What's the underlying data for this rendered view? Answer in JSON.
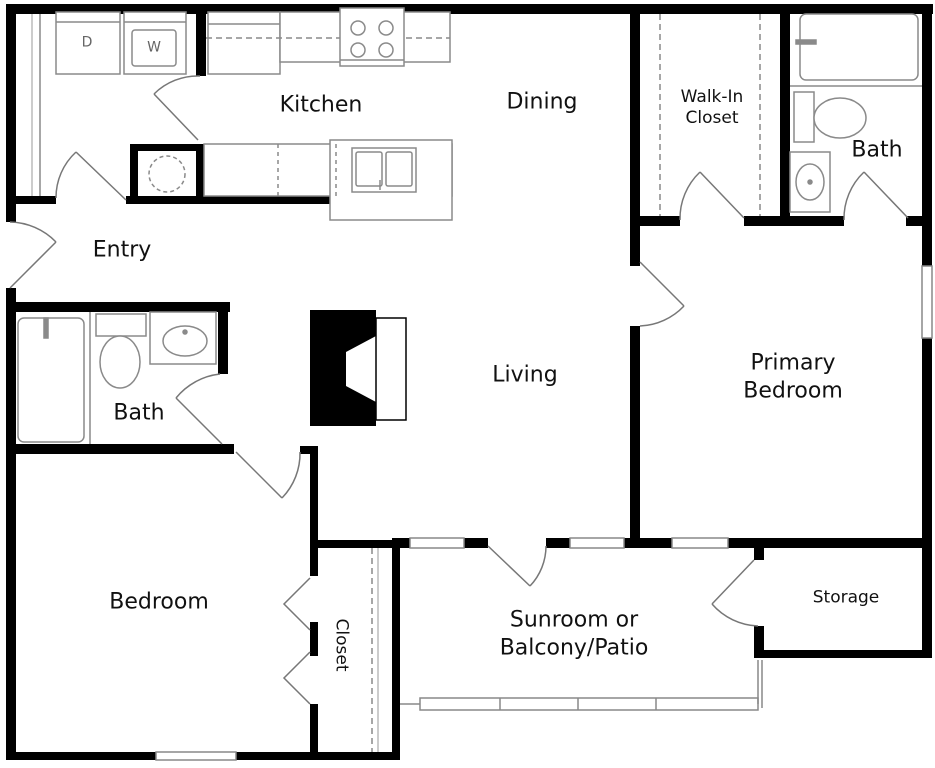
{
  "rooms": {
    "kitchen": "Kitchen",
    "dining": "Dining",
    "walk_in_closet_line1": "Walk-In",
    "walk_in_closet_line2": "Closet",
    "bath_primary": "Bath",
    "entry": "Entry",
    "bath_secondary": "Bath",
    "living": "Living",
    "primary_bedroom_line1": "Primary",
    "primary_bedroom_line2": "Bedroom",
    "bedroom": "Bedroom",
    "closet": "Closet",
    "sunroom_line1": "Sunroom or",
    "sunroom_line2": "Balcony/Patio",
    "storage": "Storage"
  },
  "appliances": {
    "dryer": "D",
    "washer": "W"
  },
  "colors": {
    "wall": "#000000",
    "fixture": "#8a8a8a",
    "fixture_fill": "#ffffff",
    "background": "#ffffff"
  }
}
